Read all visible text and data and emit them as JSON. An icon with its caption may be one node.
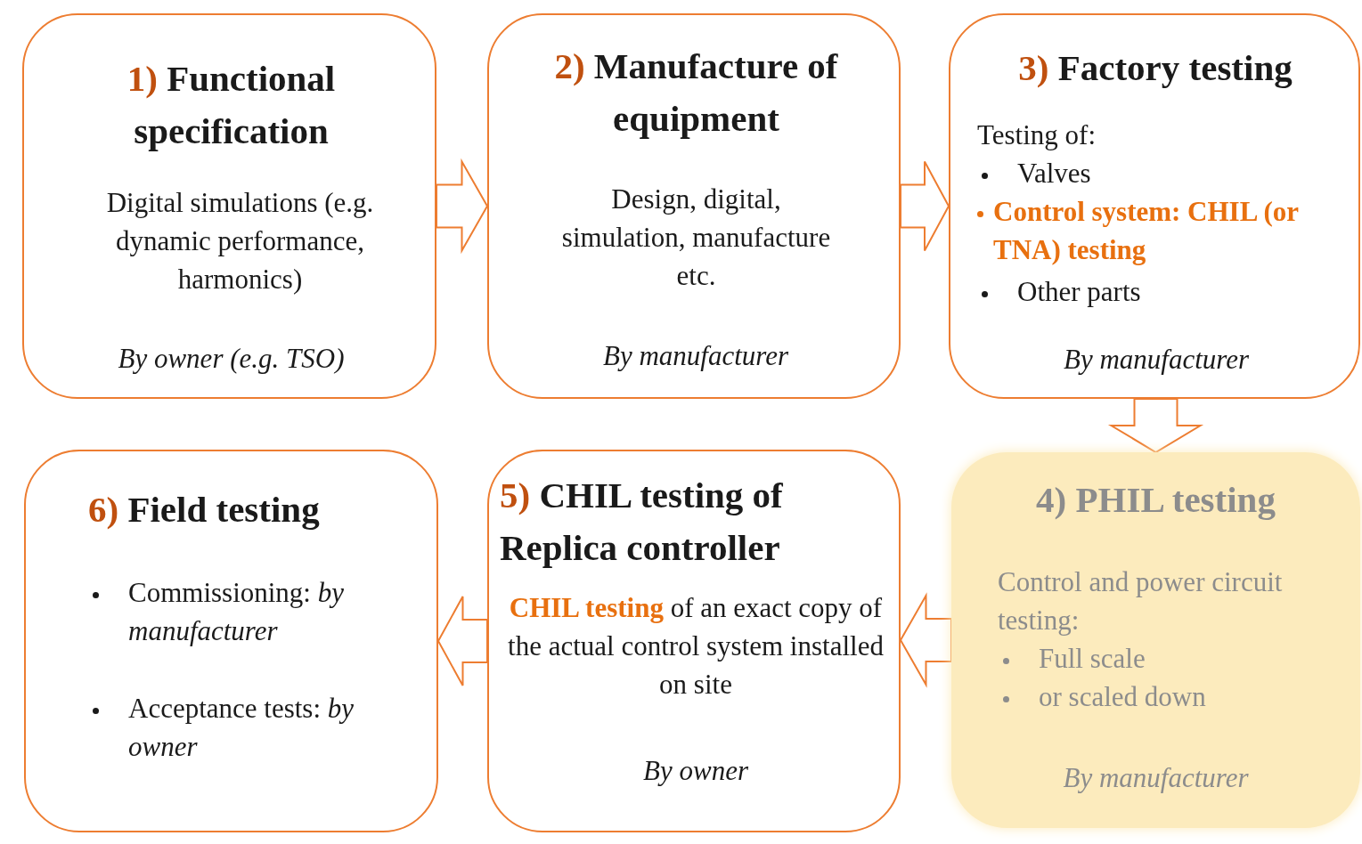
{
  "diagram": {
    "nodes": [
      {
        "text": [
          "1) Functional specification",
          "Digital simulations (e.g. dynamic performance, harmonics)",
          "By owner (e.g. TSO)"
        ]
      },
      {
        "text": [
          "2) Manufacture of equipment",
          "Design, digital, simulation, manufacture etc.",
          "By manufacturer"
        ]
      },
      {
        "text": [
          "3) Factory testing",
          "Testing of:",
          "Valves",
          "Control system: CHIL (or TNA) testing",
          "Other parts",
          "By manufacturer"
        ]
      },
      {
        "text": [
          "4) PHIL testing",
          "Control and power circuit testing:",
          "Full scale",
          "or scaled down",
          "By manufacturer"
        ]
      },
      {
        "text": [
          "5) CHIL testing of Replica controller",
          "**CHIL testing** of an exact copy of the actual control system installed on site",
          "By owner"
        ]
      },
      {
        "text": [
          "6) Field testing",
          "Commissioning: *by manufacturer*",
          "Acceptance tests: *by owner*"
        ]
      }
    ],
    "edges": [
      {
        "from": 0,
        "to": 1,
        "arrow": "to"
      },
      {
        "from": 1,
        "to": 2,
        "arrow": "to"
      },
      {
        "from": 2,
        "to": 3,
        "arrow": "to"
      },
      {
        "from": 3,
        "to": 4,
        "arrow": "to"
      },
      {
        "from": 4,
        "to": 5,
        "arrow": "to"
      }
    ]
  }
}
